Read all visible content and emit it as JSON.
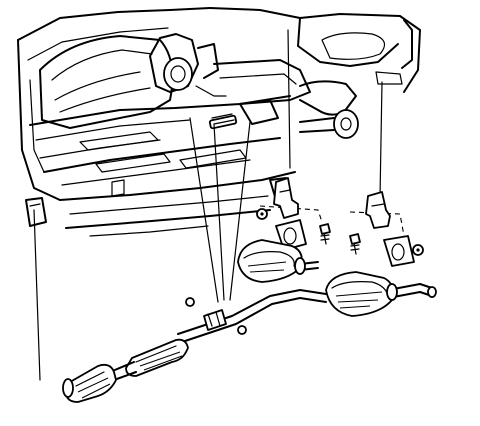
{
  "diagram": {
    "style": "exploded line drawing",
    "background": "#ffffff",
    "ink": "#000000",
    "parts": [
      "vehicle-underbody",
      "exhaust-pipe-assembly",
      "catalytic-converter",
      "resonator",
      "muffler-left",
      "muffler-right",
      "hanger-bracket",
      "insulator",
      "bolt",
      "nut"
    ]
  }
}
